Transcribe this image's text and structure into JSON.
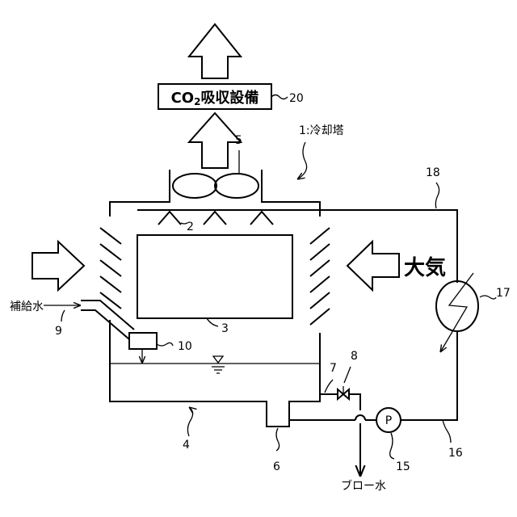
{
  "diagram": {
    "co2_box_prefix": "CO",
    "co2_box_subscript": "2",
    "co2_box_suffix": "吸収設備",
    "label_20": "20",
    "label_5": "5",
    "label_1": "1:冷却塔",
    "label_18": "18",
    "label_2": "2",
    "label_atmosphere": "大気",
    "label_17": "17",
    "label_makeup_water": "補給水",
    "label_9": "9",
    "label_3": "3",
    "label_10": "10",
    "label_8": "8",
    "label_7": "7",
    "label_4": "4",
    "label_6": "6",
    "pump_symbol": "P",
    "label_15": "15",
    "label_16": "16",
    "label_blow_water": "ブロー水"
  }
}
